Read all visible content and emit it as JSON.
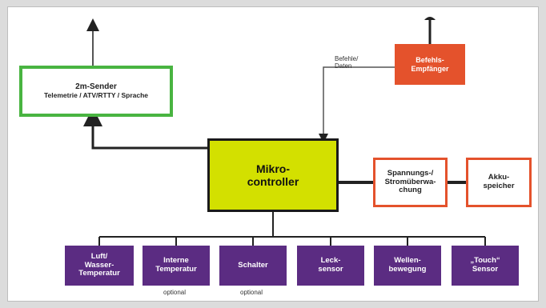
{
  "diagram": {
    "colors": {
      "green": "#49b441",
      "red": "#e4522c",
      "yellow": "#d3e000",
      "purple": "#5b2c82",
      "line": "#222222"
    },
    "transmitter": {
      "line1": "2m-Sender",
      "line2": "Telemetrie / ATV/RTTY / Sprache"
    },
    "receiver": {
      "line1": "Befehls-",
      "line2": "Empfänger"
    },
    "mcu": {
      "line1": "Mikro-",
      "line2": "controller"
    },
    "power_ctrl": {
      "line1": "Spannungs-/",
      "line2": "Stromüberwa-",
      "line3": "chung"
    },
    "battery": {
      "line1": "Akku-",
      "line2": "speicher"
    },
    "receiver_link": {
      "line1": "Befehle/",
      "line2": "Daten"
    },
    "sensors": [
      {
        "line1": "Luft/",
        "line2": "Wasser-",
        "line3": "Temperatur",
        "note": ""
      },
      {
        "line1": "Interne",
        "line2": "Temperatur",
        "line3": "",
        "note": "optional"
      },
      {
        "line1": "Schalter",
        "line2": "",
        "line3": "",
        "note": "optional"
      },
      {
        "line1": "Leck-",
        "line2": "sensor",
        "line3": "",
        "note": ""
      },
      {
        "line1": "Wellen-",
        "line2": "bewegung",
        "line3": "",
        "note": ""
      },
      {
        "line1": "„Touch“",
        "line2": "Sensor",
        "line3": "",
        "note": ""
      }
    ]
  }
}
